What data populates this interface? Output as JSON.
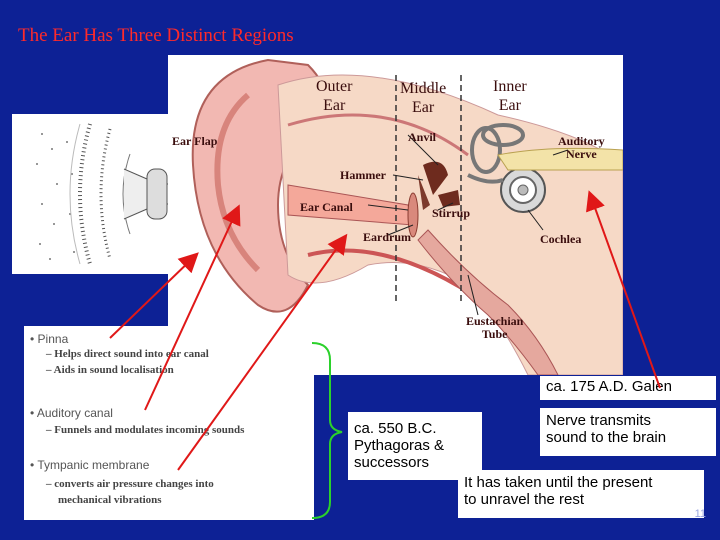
{
  "title": "The Ear Has Three Distinct Regions",
  "diagram": {
    "regions": {
      "outer": "Outer\nEar",
      "middle": "Middle\nEar",
      "inner": "Inner\nEar"
    },
    "labels": {
      "ear_flap": "Ear Flap",
      "anvil": "Anvil",
      "auditory_nerve": "Auditory\nNerve",
      "hammer": "Hammer",
      "ear_canal": "Ear Canal",
      "stirrup": "Stirrup",
      "eardrum": "Eardrum",
      "cochlea": "Cochlea",
      "eustachian_tube": "Eustachian\nTube"
    }
  },
  "notes": {
    "pinna": "Pinna",
    "pinna_sub1": "– Helps direct sound into ear canal",
    "pinna_sub2": "– Aids in sound localisation",
    "canal": "Auditory canal",
    "canal_sub1": "– Funnels and modulates incoming sounds",
    "membrane": "Tympanic membrane",
    "membrane_sub1": "– converts air pressure changes into",
    "membrane_sub2": "mechanical vibrations"
  },
  "callouts": {
    "galen": "ca. 175 A.D.  Galen",
    "pythagoras": "ca. 550 B.C.\nPythagoras &\nsuccessors",
    "nerve": "Nerve transmits\nsound to the brain",
    "present": "It has taken until the present\nto unravel the rest"
  },
  "page_number": "11",
  "colors": {
    "background": "#0d2195",
    "title": "#ff2a2a",
    "arrow": "#e01818",
    "brace": "#2bd12b"
  }
}
